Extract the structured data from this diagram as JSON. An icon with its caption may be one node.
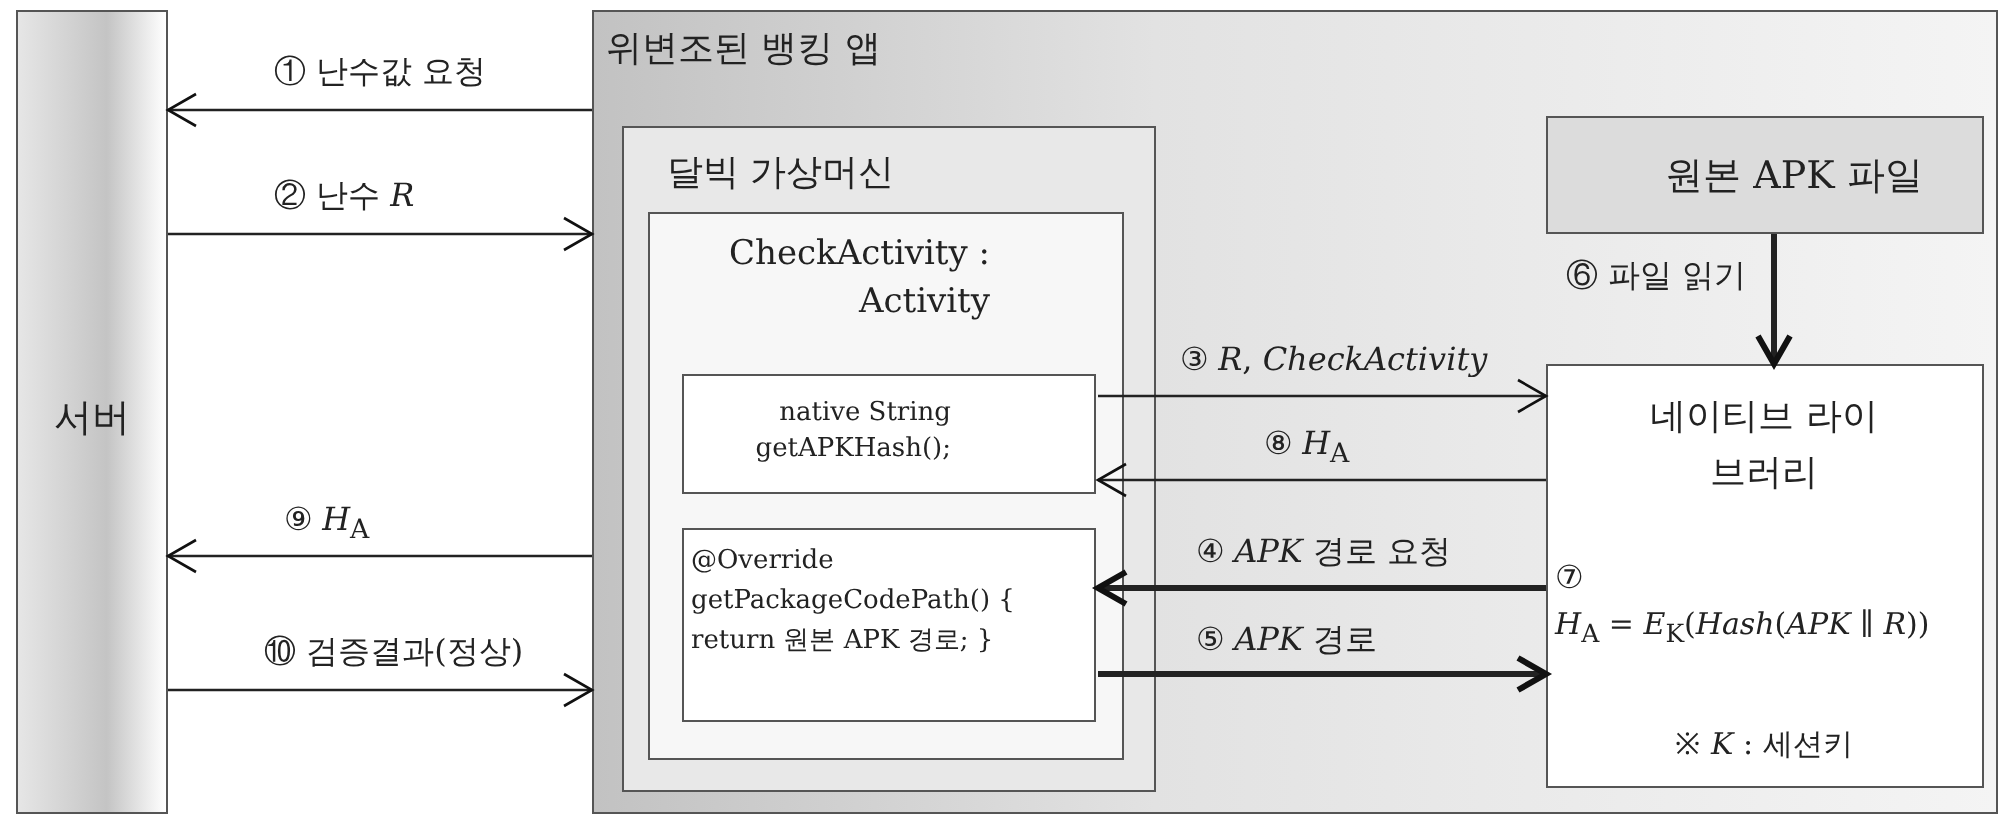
{
  "diagram": {
    "nodes": [
      {
        "text": [
          "서버"
        ]
      },
      {
        "text": [
          "위변조된 뱅킹 앱"
        ]
      },
      {
        "text": [
          "달빅 가상머신"
        ],
        "in": 1
      },
      {
        "text": [
          "CheckActivity : Activity"
        ],
        "in": 2
      },
      {
        "text": [
          "native String getAPKHash();"
        ],
        "in": 3
      },
      {
        "text": [
          "@Override getPackageCodePath() { return 원본 APK 경로; }"
        ],
        "in": 3
      },
      {
        "text": [
          "원본 APK 파일"
        ],
        "in": 1
      },
      {
        "text": [
          "네이티브 라이브러리",
          "⑦",
          "*H*$_{A}$ = *E*$_{K}$(*Hash*(*APK* ∥ *R*))",
          "※ *K* : 세션키"
        ],
        "in": 1
      }
    ],
    "edges": [
      {
        "from": 1,
        "to": 0,
        "arrow": "to",
        "label": "① 난수값 요청"
      },
      {
        "from": 0,
        "to": 1,
        "arrow": "to",
        "label": "② 난수 *R*"
      },
      {
        "from": 1,
        "to": 0,
        "arrow": "to",
        "label": "⑨ *H*$_{A}$"
      },
      {
        "from": 0,
        "to": 1,
        "arrow": "to",
        "label": "⑩ 검증결과(정상)"
      },
      {
        "from": 4,
        "to": 7,
        "arrow": "to",
        "label": "③ *R*, *CheckActivity*"
      },
      {
        "from": 7,
        "to": 4,
        "arrow": "to",
        "label": "⑧ *H*$_{A}$"
      },
      {
        "from": 7,
        "to": 5,
        "arrow": "to",
        "label": "④ *APK* 경로 요청",
        "style": "thick"
      },
      {
        "from": 5,
        "to": 7,
        "arrow": "to",
        "label": "⑤ *APK* 경로",
        "style": "thick"
      },
      {
        "from": 6,
        "to": 7,
        "arrow": "to",
        "label": "⑥ 파일 읽기",
        "style": "thick"
      }
    ]
  }
}
